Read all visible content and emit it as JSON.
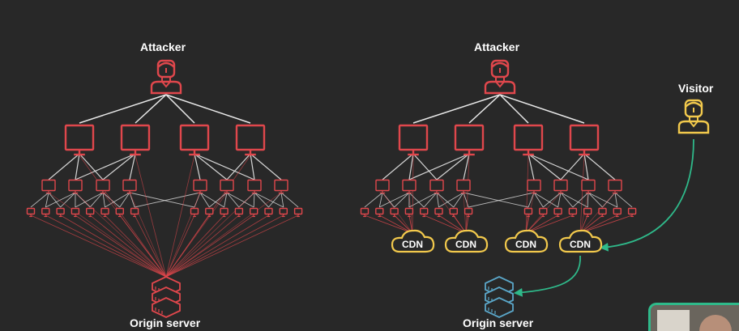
{
  "left_diagram": {
    "attacker_label": "Attacker",
    "origin_label": "Origin server"
  },
  "right_diagram": {
    "attacker_label": "Attacker",
    "visitor_label": "Visitor",
    "cdn_labels": [
      "CDN",
      "CDN",
      "CDN",
      "CDN"
    ],
    "origin_label": "Origin server"
  },
  "colors": {
    "background": "#282828",
    "attack": "#e0474c",
    "visitor": "#f2c94c",
    "cdn": "#f2c94c",
    "server": "#5aa6c8",
    "legit_path": "#2fb98a"
  }
}
